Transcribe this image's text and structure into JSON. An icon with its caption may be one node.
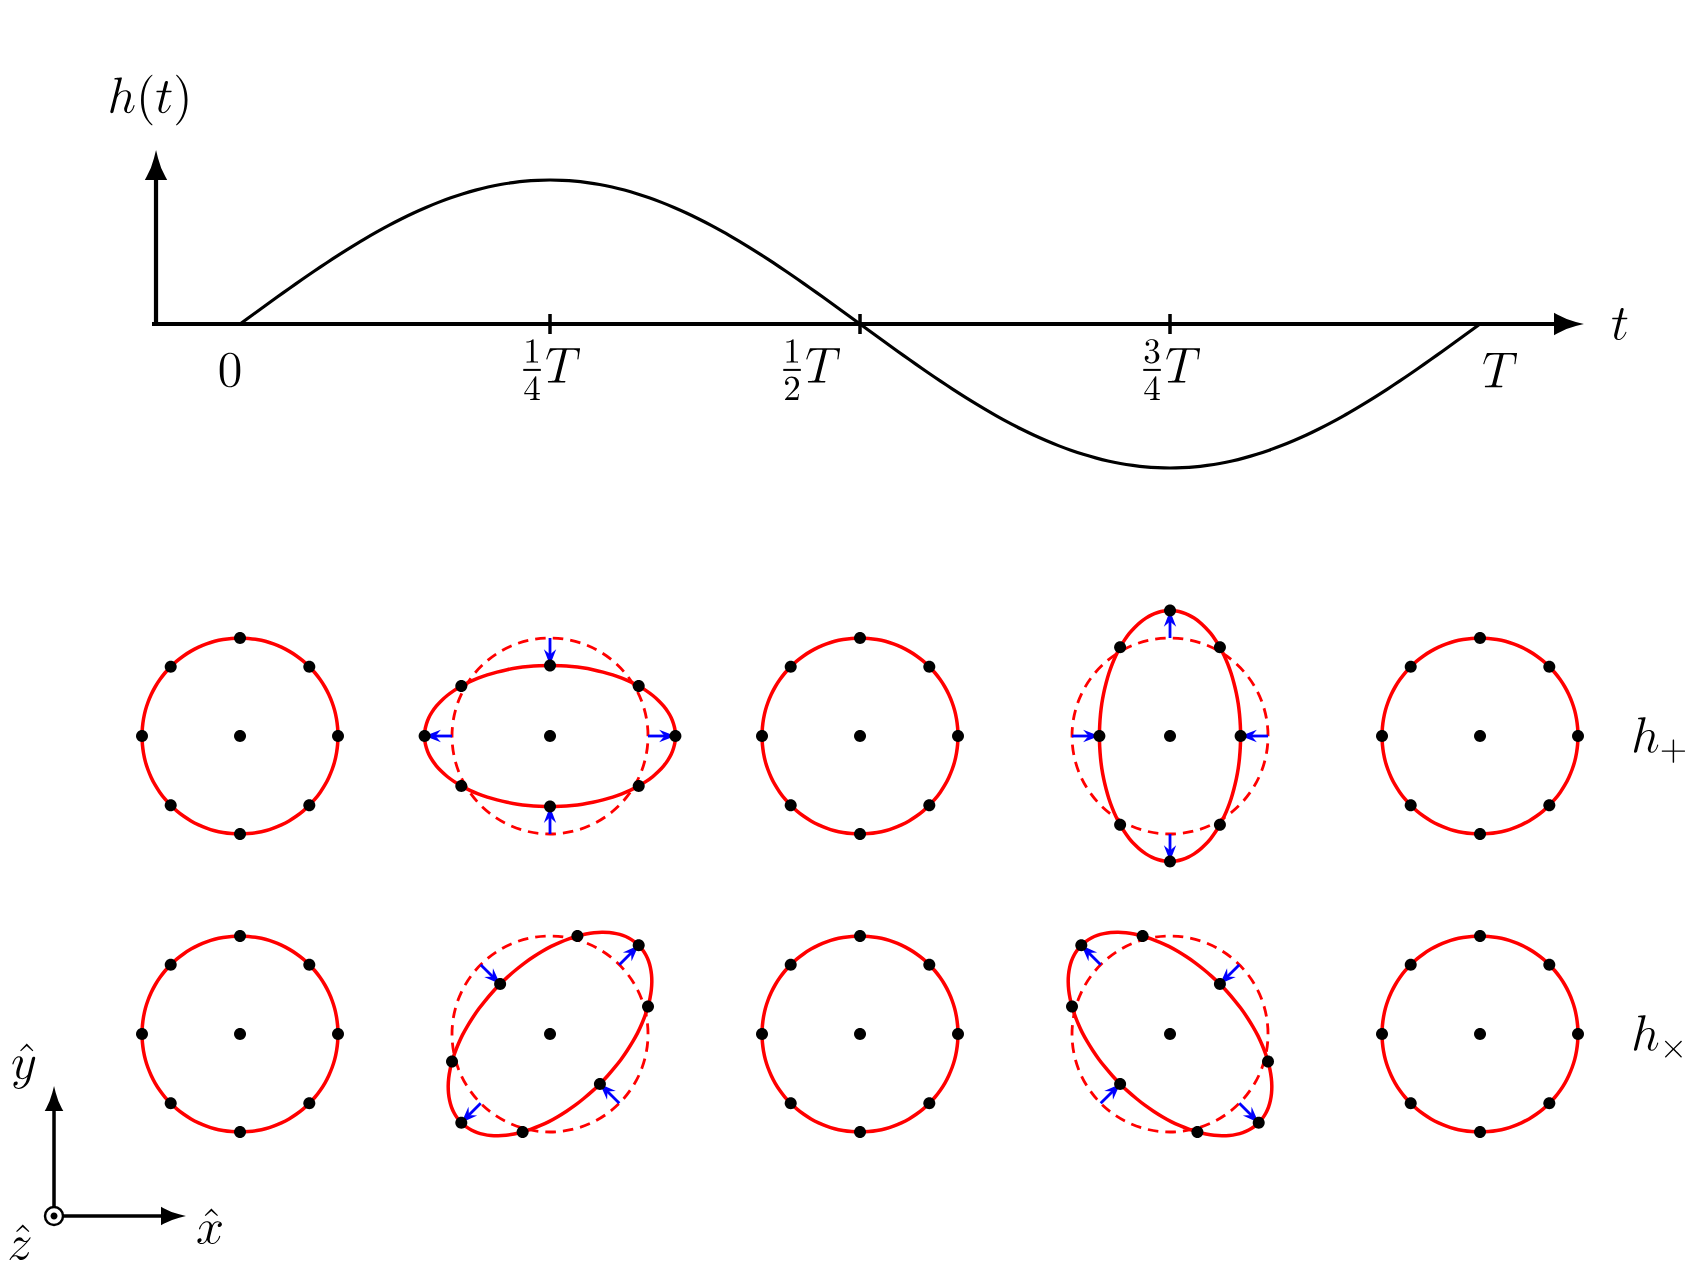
{
  "diagram": {
    "labels": [
      "h(t)",
      "t",
      "0",
      "\\tfrac{1}{4}T",
      "\\tfrac{1}{2}T",
      "\\tfrac{3}{4}T",
      "T",
      "h_{+}",
      "h_{\\times}",
      "\\hat{y}",
      "\\hat{x}",
      "\\hat{z}"
    ]
  }
}
